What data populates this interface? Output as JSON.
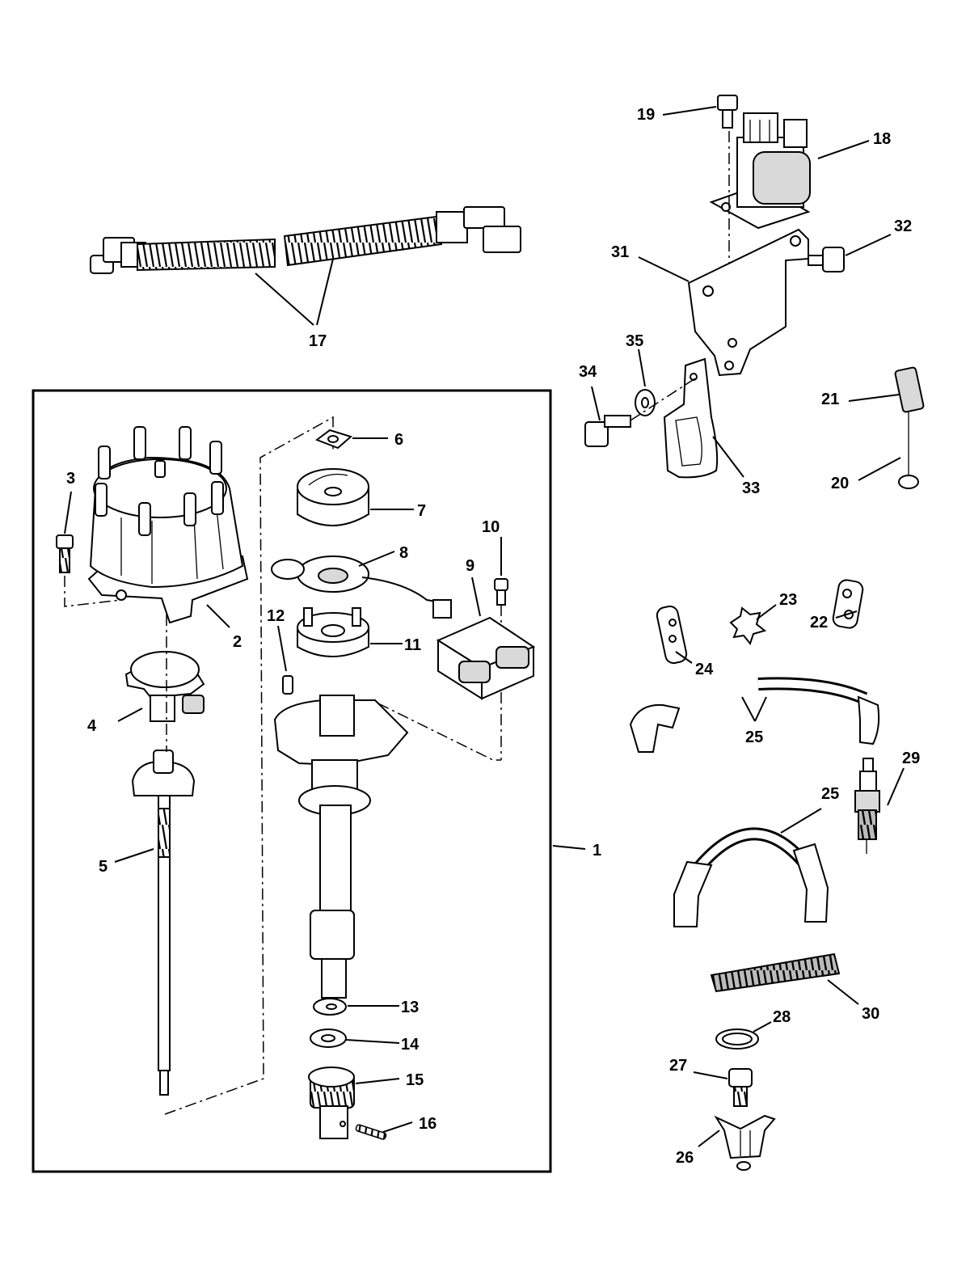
{
  "callouts": {
    "c1": "1",
    "c2": "2",
    "c3": "3",
    "c4": "4",
    "c5": "5",
    "c6": "6",
    "c7": "7",
    "c8": "8",
    "c9": "9",
    "c10": "10",
    "c11": "11",
    "c12": "12",
    "c13": "13",
    "c14": "14",
    "c15": "15",
    "c16": "16",
    "c17": "17",
    "c18": "18",
    "c19": "19",
    "c20": "20",
    "c21": "21",
    "c22": "22",
    "c23": "23",
    "c24": "24",
    "c25a": "25",
    "c25b": "25",
    "c26": "26",
    "c27": "27",
    "c28": "28",
    "c29": "29",
    "c30": "30",
    "c31": "31",
    "c32": "32",
    "c33": "33",
    "c34": "34",
    "c35": "35"
  }
}
